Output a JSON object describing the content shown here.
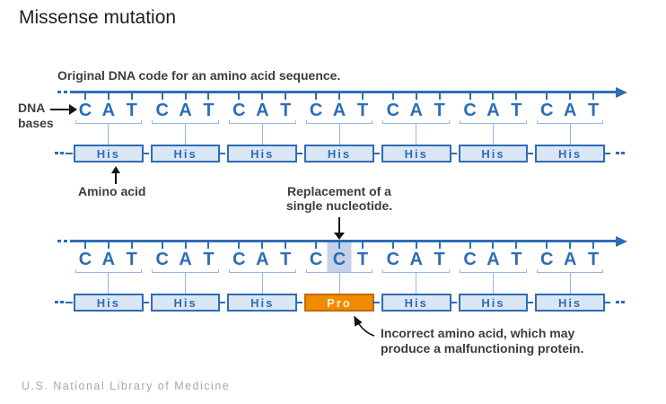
{
  "title": "Missense mutation",
  "footer": "U.S. National Library of Medicine",
  "colors": {
    "strand_blue": "#2d6db7",
    "light_blue": "#9ab6da",
    "box_fill": "#dbe6f4",
    "box_text": "#2d6db7",
    "highlight": "#c4d1e9",
    "mutated_fill": "#f08a00",
    "mutated_border": "#c06a00",
    "mutated_text": "#fdf3d0",
    "label_color": "#3d3d3d",
    "arrow_color": "#141414",
    "footer_color": "#a9a8a5",
    "title_color": "#1f1f1f"
  },
  "labels": {
    "dna_bases_line1": "DNA",
    "dna_bases_line2": "bases",
    "amino_acid": "Amino acid",
    "replacement_line1": "Replacement of a",
    "replacement_line2": "single nucleotide.",
    "incorrect_line1": "Incorrect amino acid, which may",
    "incorrect_line2": "produce a malfunctioning protein."
  },
  "sections": {
    "original": {
      "caption": "Original DNA code for an amino acid sequence.",
      "codons": [
        {
          "letters": [
            "C",
            "A",
            "T"
          ],
          "amino": "His"
        },
        {
          "letters": [
            "C",
            "A",
            "T"
          ],
          "amino": "His"
        },
        {
          "letters": [
            "C",
            "A",
            "T"
          ],
          "amino": "His"
        },
        {
          "letters": [
            "C",
            "A",
            "T"
          ],
          "amino": "His"
        },
        {
          "letters": [
            "C",
            "A",
            "T"
          ],
          "amino": "His"
        },
        {
          "letters": [
            "C",
            "A",
            "T"
          ],
          "amino": "His"
        },
        {
          "letters": [
            "C",
            "A",
            "T"
          ],
          "amino": "His"
        }
      ]
    },
    "mutated": {
      "codons": [
        {
          "letters": [
            "C",
            "A",
            "T"
          ],
          "amino": "His"
        },
        {
          "letters": [
            "C",
            "A",
            "T"
          ],
          "amino": "His"
        },
        {
          "letters": [
            "C",
            "A",
            "T"
          ],
          "amino": "His"
        },
        {
          "letters": [
            "C",
            "C",
            "T"
          ],
          "amino": "Pro",
          "mutated": true,
          "highlight_index": 1
        },
        {
          "letters": [
            "C",
            "A",
            "T"
          ],
          "amino": "His"
        },
        {
          "letters": [
            "C",
            "A",
            "T"
          ],
          "amino": "His"
        },
        {
          "letters": [
            "C",
            "A",
            "T"
          ],
          "amino": "His"
        }
      ]
    }
  }
}
